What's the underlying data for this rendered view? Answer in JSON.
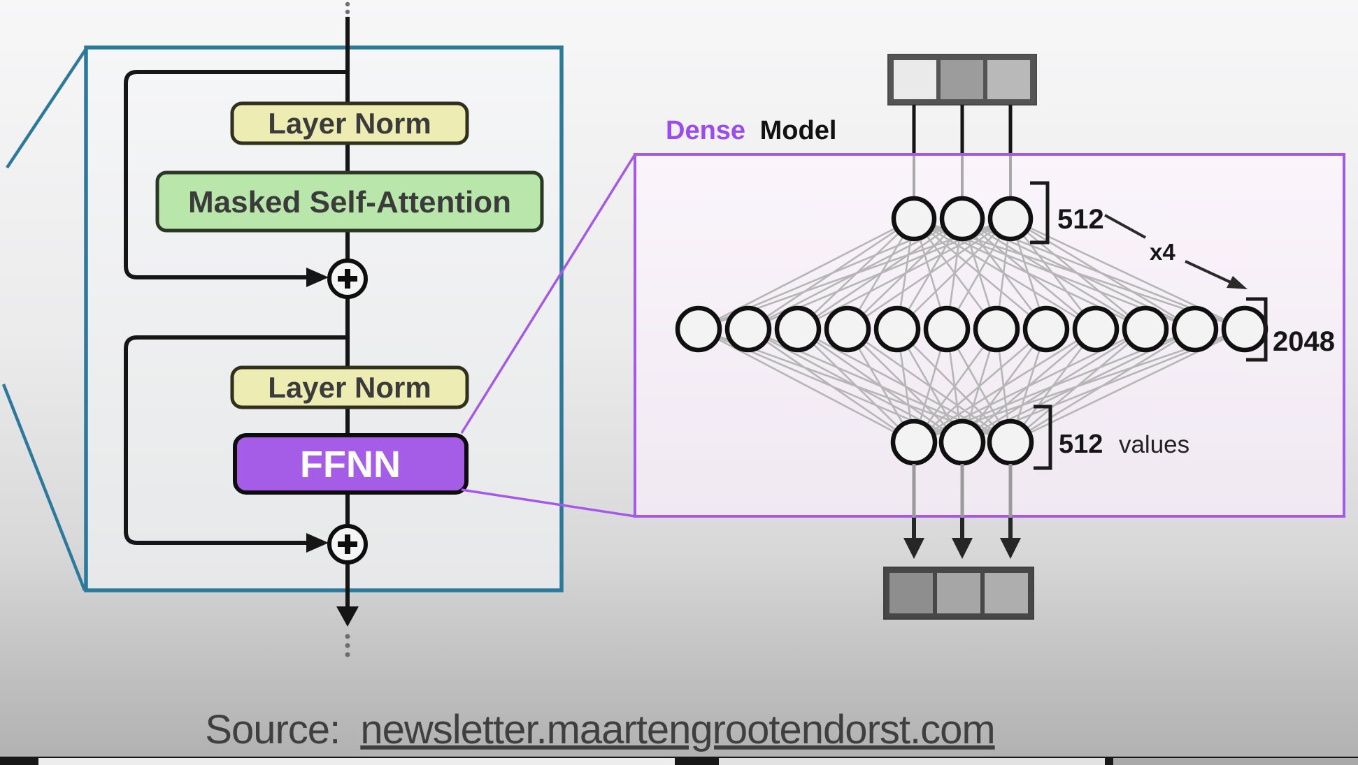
{
  "left_diagram": {
    "layer_norm_1": "Layer Norm",
    "masked_self_attention": "Masked Self-Attention",
    "layer_norm_2": "Layer Norm",
    "ffnn": "FFNN"
  },
  "dense_model": {
    "title_word_1": "Dense",
    "title_word_2": "Model"
  },
  "network": {
    "input_neurons": 3,
    "hidden_neurons": 12,
    "output_neurons": 3,
    "input_label": "512",
    "multiplier_label": "x4",
    "hidden_label": "2048",
    "output_label": "512",
    "output_label_suffix": "values"
  },
  "source": {
    "prefix": "Source:",
    "link": "newsletter.maartengrootendorst.com"
  },
  "colors": {
    "teal": "#2b7a9c",
    "purple_accent": "#a459e8",
    "title_purple": "#9b4cf1",
    "ffnn_fill": "#a55ce6",
    "layer_norm_fill": "#edecb3",
    "attention_fill": "#b9e6ab",
    "connection_gray": "#b6b6b6"
  }
}
